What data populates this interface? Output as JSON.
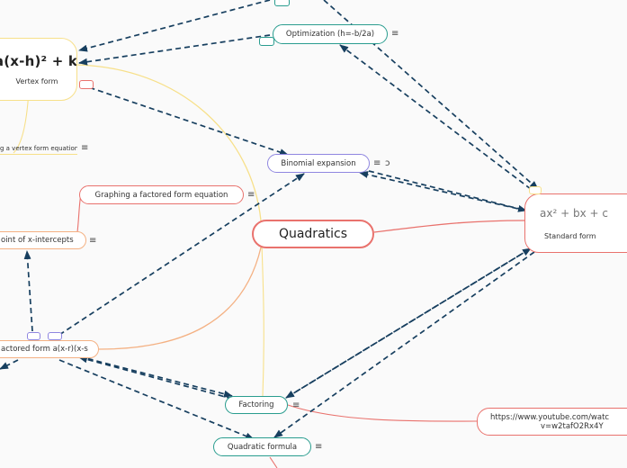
{
  "central": {
    "label": "Quadratics"
  },
  "vertex_form": {
    "formula": "a(x-h)² + k",
    "caption": "Vertex form"
  },
  "standard_form": {
    "formula": "ax² + bx + c",
    "caption": "Standard form"
  },
  "optimization": {
    "label": "Optimization (h=-b/2a)"
  },
  "graphing_vertex": {
    "label": "g a vertex form equation"
  },
  "binomial_expansion": {
    "label": "Binomial expansion"
  },
  "graphing_factored": {
    "label": "Graphing a factored form equation"
  },
  "midpoint_intercepts": {
    "label": "oint of x-intercepts"
  },
  "factored_form": {
    "label": "actored form a(x-r)(x-s"
  },
  "factoring": {
    "label": "Factoring"
  },
  "quadratic_formula": {
    "label": "Quadratic formula"
  },
  "youtube_link": {
    "line1": "https://www.youtube.com/watc",
    "line2": "v=w2tafO2Rx4Y"
  },
  "icons": {
    "menu": "≡",
    "link_glyph": "ↄ"
  },
  "colors": {
    "central": "#e9726d",
    "vertex": "#f7e08a",
    "teal": "#2a9d8f",
    "purple": "#8f86e0",
    "factored": "#f4b183",
    "link_red": "#e9726d",
    "arrow": "#173f5f"
  }
}
